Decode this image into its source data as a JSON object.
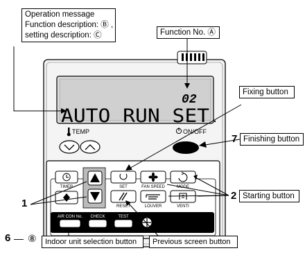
{
  "callouts": {
    "operation_message": [
      "Operation message",
      "Function description: Ⓑ ,",
      "setting description: Ⓒ"
    ],
    "function_no": "Function No. Ⓐ",
    "fixing_button": "Fixing button",
    "finishing_button": "Finishing button",
    "starting_button": "Starting button",
    "indoor_unit_selection_button": "Indoor unit selection button",
    "previous_screen_button": "Previous screen button"
  },
  "step_numbers": {
    "finishing": "7",
    "starting": "2",
    "one": "1",
    "six": "6",
    "dash": "—",
    "eight": "⑧"
  },
  "lcd": {
    "function_number": "02",
    "message": "AUTO RUN SET",
    "temp_label": "TEMP",
    "onoff_label": "ON/OFF"
  },
  "buttons": {
    "timer": "TIMER",
    "set": "SET",
    "fan_speed": "FAN SPEED",
    "mode": "MODE",
    "reset": "RESET",
    "louver": "LOUVER",
    "venti": "VENTI",
    "air_con_no": "AIR CON No.",
    "check": "CHECK",
    "test": "TEST"
  }
}
